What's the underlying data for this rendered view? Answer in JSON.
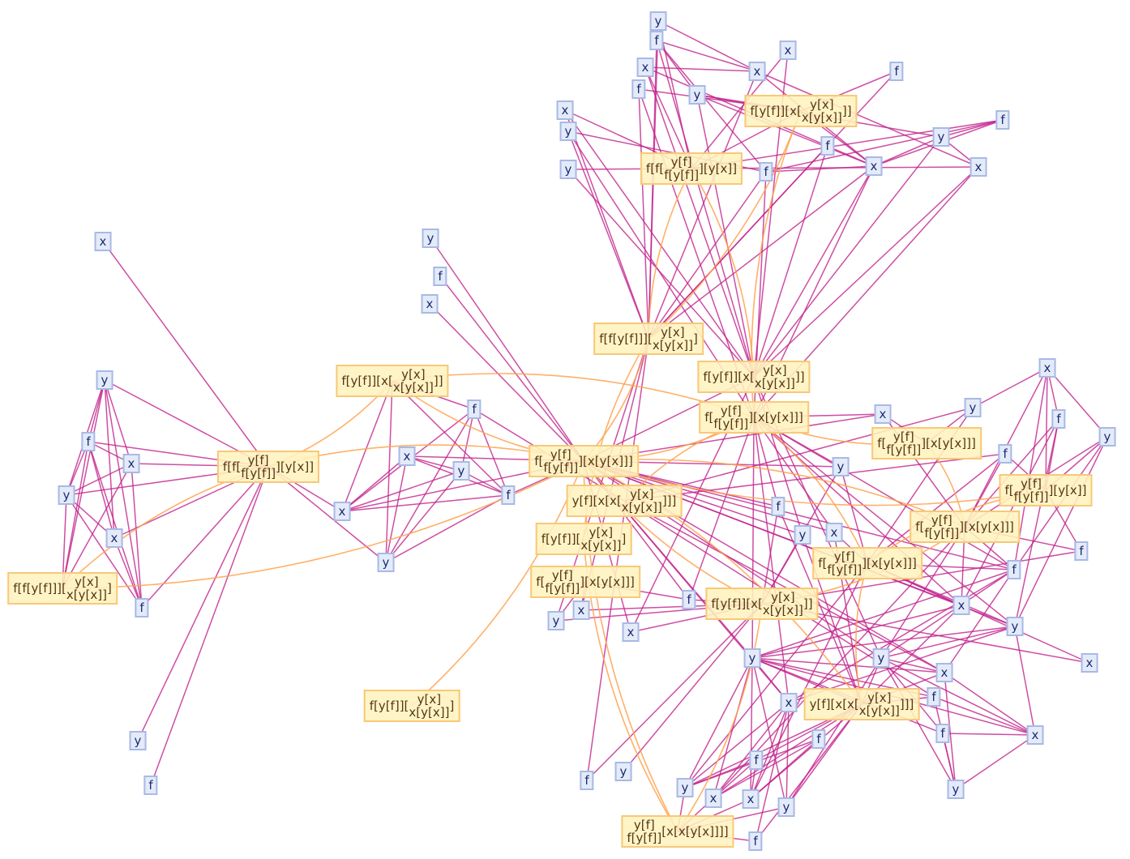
{
  "colors": {
    "edge": "#c2228c",
    "tree_edge": "#ffa24e",
    "leaf_bg": "#e4ebf8",
    "hub_bg": "#fff2be"
  },
  "nodes": [
    {
      "label": "x"
    },
    {
      "label": "y"
    },
    {
      "label": "f"
    },
    {
      "label": "x"
    },
    {
      "label": "y"
    },
    {
      "label": "x"
    },
    {
      "label": "f"
    },
    {
      "label": "y"
    },
    {
      "label": "f"
    },
    {
      "pre": "f[f[",
      "top": "y[f]",
      "bot": "f[y[f]]",
      "post": "][y[x]]"
    },
    {
      "pre": "f[f[y[f]]][",
      "top": "y[x]",
      "bot": "x[y[x]]",
      "post": "]"
    },
    {
      "label": "y"
    },
    {
      "label": "f"
    },
    {
      "label": "x"
    },
    {
      "label": "x"
    },
    {
      "label": "y"
    },
    {
      "label": "f"
    },
    {
      "label": "x"
    },
    {
      "label": "y"
    },
    {
      "label": "f"
    },
    {
      "pre": "f[y[f]][x[",
      "top": "y[x]",
      "bot": "x[y[x]]",
      "post": "]]"
    },
    {
      "pre": "f[y[f]][",
      "top": "y[x]",
      "bot": "x[y[x]]",
      "post": "]"
    },
    {
      "pre": "y[f][x[x[",
      "top": "y[x]",
      "bot": "x[y[x]]",
      "post": "]]]"
    },
    {
      "pre": "f[",
      "top": "y[f]",
      "bot": "f[y[f]]",
      "post": "][x[y[x]]]"
    },
    {
      "label": "y"
    },
    {
      "label": "f"
    },
    {
      "label": "x"
    },
    {
      "label": "f"
    },
    {
      "label": "x"
    },
    {
      "label": "y"
    },
    {
      "label": "y"
    },
    {
      "label": "y"
    },
    {
      "label": "x"
    },
    {
      "label": "x"
    },
    {
      "label": "f"
    },
    {
      "label": "f"
    },
    {
      "label": "y"
    },
    {
      "label": "x"
    },
    {
      "label": "x"
    },
    {
      "label": "f"
    },
    {
      "label": "f"
    },
    {
      "pre": "f[y[f]][x[",
      "top": "y[x]",
      "bot": "x[y[x]]",
      "post": "]]"
    },
    {
      "pre": "f[f[",
      "top": "y[f]",
      "bot": "f[y[f]]",
      "post": "][y[x]]"
    },
    {
      "pre": "f[f[y[f]]][",
      "top": "y[x]",
      "bot": "x[y[x]]",
      "post": "]"
    },
    {
      "pre": "f[y[f]][x[",
      "top": "y[x]",
      "bot": "x[y[x]]",
      "post": "]]"
    },
    {
      "pre": "f[",
      "top": "y[f]",
      "bot": "f[y[f]]",
      "post": "][x[y[x]]]"
    },
    {
      "label": "x"
    },
    {
      "label": "y"
    },
    {
      "label": "x"
    },
    {
      "label": "f"
    },
    {
      "label": "y"
    },
    {
      "label": "f"
    },
    {
      "label": "f"
    },
    {
      "label": "f"
    },
    {
      "label": "x"
    },
    {
      "label": "y"
    },
    {
      "label": "x"
    },
    {
      "label": "y"
    },
    {
      "label": "f"
    },
    {
      "label": "x"
    },
    {
      "label": "y"
    },
    {
      "label": "f"
    },
    {
      "label": "x"
    },
    {
      "label": "x"
    },
    {
      "label": "y"
    },
    {
      "pre": "f[",
      "top": "y[f]",
      "bot": "f[y[f]]",
      "post": "][x[y[x]]]"
    },
    {
      "pre": "f[",
      "top": "y[f]",
      "bot": "f[y[f]]",
      "post": "][y[x]]"
    },
    {
      "pre": "f[",
      "top": "y[f]",
      "bot": "f[y[f]]",
      "post": "][x[y[x]]]"
    },
    {
      "pre": "f[",
      "top": "y[f]",
      "bot": "f[y[f]]",
      "post": "][x[y[x]]]"
    },
    {
      "pre": "f[y[f]][x[",
      "top": "y[x]",
      "bot": "x[y[x]]",
      "post": "]]"
    },
    {
      "pre": "f[",
      "top": "y[f]",
      "bot": "f[y[f]]",
      "post": "][x[y[x]]]"
    },
    {
      "pre": "f[y[f]][",
      "top": "y[x]",
      "bot": "x[y[x]]",
      "post": "]"
    },
    {
      "label": "y"
    },
    {
      "label": "y"
    },
    {
      "label": "x"
    },
    {
      "label": "f"
    },
    {
      "label": "x"
    },
    {
      "label": "f"
    },
    {
      "label": "f"
    },
    {
      "label": "x"
    },
    {
      "label": "f"
    },
    {
      "label": "f"
    },
    {
      "label": "y"
    },
    {
      "label": "y"
    },
    {
      "label": "y"
    },
    {
      "label": "x"
    },
    {
      "label": "x"
    },
    {
      "label": "y"
    },
    {
      "label": "f"
    },
    {
      "pre": "y[f][x[x[",
      "top": "y[x]",
      "bot": "x[y[x]]",
      "post": "]]]"
    },
    {
      "pre": "",
      "top": "y[f]",
      "bot": "f[y[f]]",
      "post": "[x[x[y[x]]]]"
    }
  ],
  "edges": [
    [
      0,
      9
    ],
    [
      1,
      2
    ],
    [
      1,
      3
    ],
    [
      1,
      4
    ],
    [
      1,
      5
    ],
    [
      1,
      6
    ],
    [
      1,
      10
    ],
    [
      1,
      9
    ],
    [
      2,
      3
    ],
    [
      2,
      4
    ],
    [
      2,
      5
    ],
    [
      2,
      6
    ],
    [
      2,
      10
    ],
    [
      2,
      9
    ],
    [
      3,
      9
    ],
    [
      3,
      10
    ],
    [
      3,
      6
    ],
    [
      3,
      4
    ],
    [
      4,
      5
    ],
    [
      4,
      6
    ],
    [
      4,
      9
    ],
    [
      4,
      10
    ],
    [
      5,
      9
    ],
    [
      5,
      6
    ],
    [
      6,
      9
    ],
    [
      7,
      9
    ],
    [
      8,
      9
    ],
    [
      9,
      17
    ],
    [
      9,
      18
    ],
    [
      11,
      23
    ],
    [
      12,
      23
    ],
    [
      13,
      23
    ],
    [
      14,
      17
    ],
    [
      14,
      18
    ],
    [
      14,
      16
    ],
    [
      14,
      15
    ],
    [
      14,
      23
    ],
    [
      15,
      17
    ],
    [
      15,
      18
    ],
    [
      15,
      16
    ],
    [
      15,
      19
    ],
    [
      16,
      17
    ],
    [
      16,
      18
    ],
    [
      16,
      19
    ],
    [
      16,
      20
    ],
    [
      16,
      23
    ],
    [
      17,
      19
    ],
    [
      17,
      20
    ],
    [
      17,
      23
    ],
    [
      18,
      19
    ],
    [
      18,
      20
    ],
    [
      19,
      20
    ],
    [
      19,
      22
    ],
    [
      24,
      42
    ],
    [
      24,
      43
    ],
    [
      24,
      32
    ],
    [
      25,
      31
    ],
    [
      25,
      39
    ],
    [
      25,
      43
    ],
    [
      25,
      44
    ],
    [
      25,
      32
    ],
    [
      26,
      42
    ],
    [
      26,
      32
    ],
    [
      26,
      37
    ],
    [
      26,
      44
    ],
    [
      27,
      43
    ],
    [
      27,
      45
    ],
    [
      27,
      41
    ],
    [
      28,
      43
    ],
    [
      28,
      44
    ],
    [
      28,
      42
    ],
    [
      29,
      43
    ],
    [
      29,
      45
    ],
    [
      29,
      39
    ],
    [
      30,
      42
    ],
    [
      30,
      44
    ],
    [
      31,
      41
    ],
    [
      31,
      37
    ],
    [
      31,
      44
    ],
    [
      31,
      36
    ],
    [
      32,
      37
    ],
    [
      32,
      43
    ],
    [
      32,
      38
    ],
    [
      33,
      44
    ],
    [
      33,
      42
    ],
    [
      34,
      41
    ],
    [
      34,
      43
    ],
    [
      35,
      37
    ],
    [
      35,
      36
    ],
    [
      35,
      42
    ],
    [
      35,
      39
    ],
    [
      36,
      37
    ],
    [
      36,
      44
    ],
    [
      36,
      38
    ],
    [
      37,
      43
    ],
    [
      37,
      44
    ],
    [
      37,
      45
    ],
    [
      37,
      41
    ],
    [
      37,
      39
    ],
    [
      38,
      45
    ],
    [
      38,
      42
    ],
    [
      38,
      44
    ],
    [
      39,
      43
    ],
    [
      39,
      45
    ],
    [
      40,
      44
    ],
    [
      40,
      43
    ],
    [
      41,
      42
    ],
    [
      44,
      23
    ],
    [
      45,
      46
    ],
    [
      45,
      57
    ],
    [
      45,
      58
    ],
    [
      45,
      59
    ],
    [
      45,
      61
    ],
    [
      45,
      72
    ],
    [
      45,
      76
    ],
    [
      45,
      53
    ],
    [
      45,
      54
    ],
    [
      45,
      55
    ],
    [
      44,
      60
    ],
    [
      44,
      62
    ],
    [
      44,
      73
    ],
    [
      43,
      63
    ],
    [
      43,
      64
    ],
    [
      43,
      81
    ],
    [
      23,
      58
    ],
    [
      23,
      59
    ],
    [
      23,
      60
    ],
    [
      23,
      61
    ],
    [
      23,
      62
    ],
    [
      23,
      72
    ],
    [
      23,
      73
    ],
    [
      23,
      74
    ],
    [
      23,
      76
    ],
    [
      23,
      54
    ],
    [
      23,
      55
    ],
    [
      23,
      46
    ],
    [
      23,
      57
    ],
    [
      23,
      53
    ],
    [
      22,
      51
    ],
    [
      22,
      47
    ],
    [
      22,
      74
    ],
    [
      22,
      75
    ],
    [
      46,
      65
    ],
    [
      46,
      67
    ],
    [
      47,
      65
    ],
    [
      47,
      68
    ],
    [
      47,
      48
    ],
    [
      48,
      49
    ],
    [
      48,
      50
    ],
    [
      48,
      66
    ],
    [
      48,
      67
    ],
    [
      48,
      53
    ],
    [
      49,
      66
    ],
    [
      49,
      67
    ],
    [
      49,
      55
    ],
    [
      49,
      54
    ],
    [
      50,
      66
    ],
    [
      50,
      67
    ],
    [
      50,
      55
    ],
    [
      50,
      53
    ],
    [
      51,
      66
    ],
    [
      51,
      67
    ],
    [
      51,
      68
    ],
    [
      52,
      66
    ],
    [
      52,
      67
    ],
    [
      52,
      69
    ],
    [
      53,
      67
    ],
    [
      53,
      68
    ],
    [
      53,
      72
    ],
    [
      53,
      73
    ],
    [
      53,
      74
    ],
    [
      53,
      76
    ],
    [
      54,
      67
    ],
    [
      54,
      68
    ],
    [
      54,
      72
    ],
    [
      54,
      89
    ],
    [
      55,
      68
    ],
    [
      55,
      72
    ],
    [
      55,
      73
    ],
    [
      55,
      76
    ],
    [
      55,
      79
    ],
    [
      56,
      68
    ],
    [
      56,
      69
    ],
    [
      57,
      69
    ],
    [
      57,
      68
    ],
    [
      58,
      69
    ],
    [
      58,
      89
    ],
    [
      59,
      68
    ],
    [
      59,
      89
    ],
    [
      60,
      69
    ],
    [
      60,
      89
    ],
    [
      61,
      69
    ],
    [
      61,
      70
    ],
    [
      62,
      69
    ],
    [
      63,
      69
    ],
    [
      63,
      70
    ],
    [
      64,
      69
    ],
    [
      64,
      70
    ],
    [
      72,
      89
    ],
    [
      72,
      76
    ],
    [
      72,
      74
    ],
    [
      72,
      75
    ],
    [
      72,
      78
    ],
    [
      72,
      79
    ],
    [
      72,
      85
    ],
    [
      72,
      86
    ],
    [
      72,
      87
    ],
    [
      72,
      84
    ],
    [
      73,
      89
    ],
    [
      73,
      74
    ],
    [
      73,
      79
    ],
    [
      73,
      83
    ],
    [
      73,
      78
    ],
    [
      74,
      89
    ],
    [
      74,
      79
    ],
    [
      74,
      83
    ],
    [
      75,
      79
    ],
    [
      75,
      83
    ],
    [
      75,
      89
    ],
    [
      76,
      85
    ],
    [
      76,
      86
    ],
    [
      76,
      84
    ],
    [
      76,
      87
    ],
    [
      76,
      88
    ],
    [
      77,
      85
    ],
    [
      77,
      86
    ],
    [
      77,
      84
    ],
    [
      78,
      79
    ],
    [
      78,
      83
    ],
    [
      80,
      89
    ],
    [
      80,
      85
    ],
    [
      80,
      86
    ],
    [
      80,
      84
    ],
    [
      81,
      69
    ],
    [
      82,
      69
    ],
    [
      83,
      79
    ],
    [
      84,
      89
    ],
    [
      85,
      89
    ],
    [
      86,
      89
    ],
    [
      87,
      89
    ],
    [
      88,
      89
    ],
    [
      84,
      90
    ],
    [
      85,
      90
    ],
    [
      86,
      90
    ],
    [
      87,
      90
    ],
    [
      88,
      90
    ],
    [
      86,
      68
    ],
    [
      85,
      67
    ],
    [
      87,
      67
    ],
    [
      84,
      68
    ]
  ],
  "tree_edges": [
    [
      10,
      9
    ],
    [
      9,
      20
    ],
    [
      9,
      23
    ],
    [
      20,
      23
    ],
    [
      20,
      45
    ],
    [
      21,
      23
    ],
    [
      41,
      43
    ],
    [
      41,
      45
    ],
    [
      42,
      44
    ],
    [
      42,
      43
    ],
    [
      43,
      23
    ],
    [
      43,
      71
    ],
    [
      45,
      23
    ],
    [
      45,
      65
    ],
    [
      45,
      68
    ],
    [
      23,
      69
    ],
    [
      23,
      67
    ],
    [
      23,
      66
    ],
    [
      23,
      89
    ],
    [
      23,
      90
    ],
    [
      65,
      67
    ],
    [
      66,
      68
    ],
    [
      67,
      69
    ],
    [
      68,
      89
    ],
    [
      69,
      90
    ],
    [
      71,
      90
    ],
    [
      22,
      45
    ],
    [
      10,
      23
    ]
  ]
}
